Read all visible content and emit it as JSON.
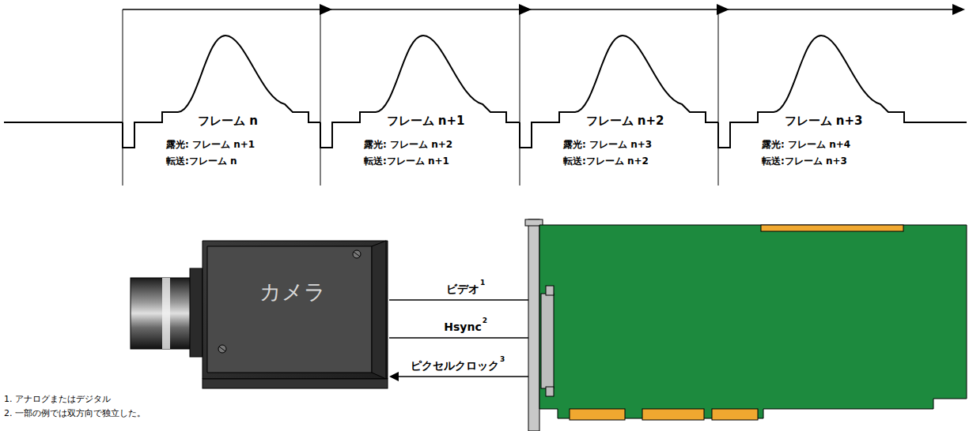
{
  "diagram": {
    "nodes": [
      {
        "text": [
          "カメラ"
        ]
      }
    ],
    "labels": [
      "フレーム n",
      "露光: フレーム n+1",
      "転送:フレーム n",
      "フレーム n+1",
      "露光: フレーム n+2",
      "転送:フレーム n+1",
      "フレーム n+2",
      "露光: フレーム n+3",
      "転送:フレーム n+2",
      "フレーム n+3",
      "露光: フレーム n+4",
      "転送:フレーム n+3",
      "ビデオ",
      "1",
      "Hsync",
      "2",
      "ピクセルクロック",
      "3",
      "1. アナログまたはデジタル",
      "2. 一部の例では双方向で独立した。"
    ]
  }
}
